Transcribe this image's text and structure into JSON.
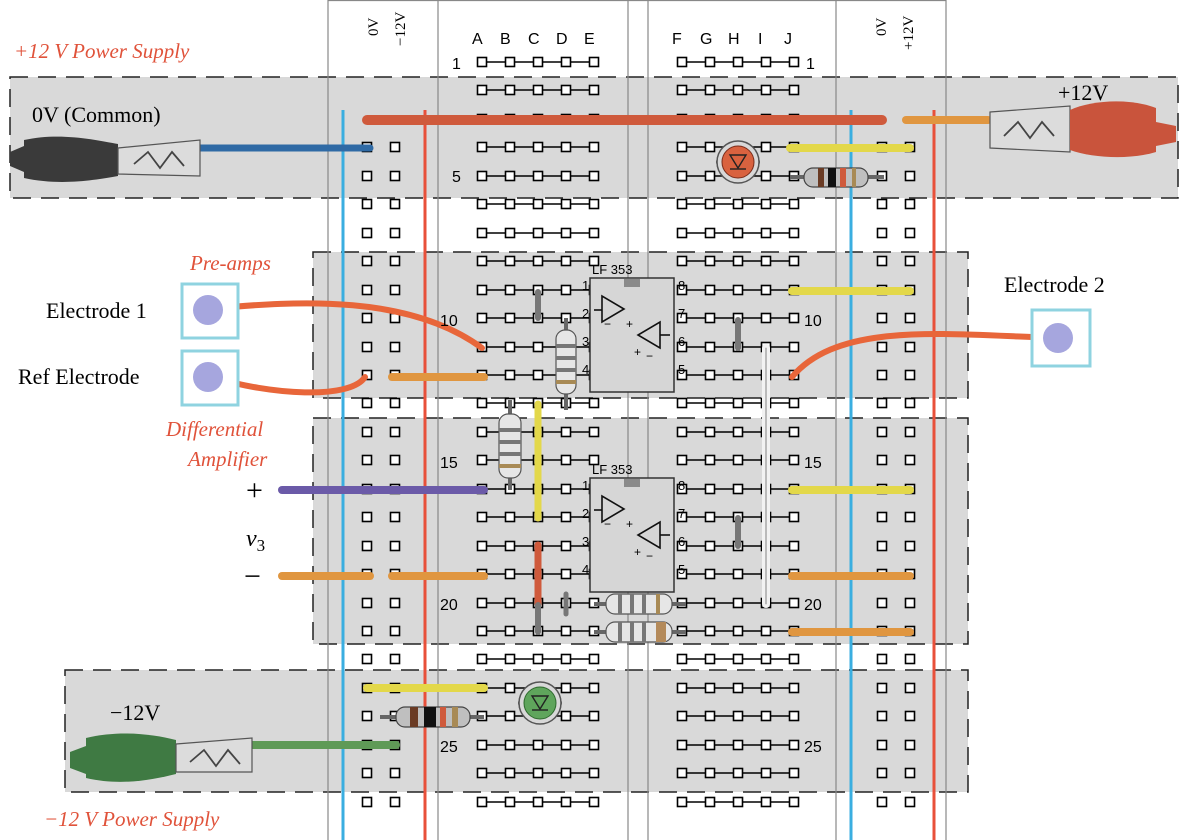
{
  "sections": {
    "pos_supply": "+12 V Power Supply",
    "neg_supply": "−12 V Power Supply",
    "preamps": "Pre-amps",
    "diff_amp": "Differential Amplifier",
    "diff_amp_line1": "Differential",
    "diff_amp_line2": "Amplifier"
  },
  "power_labels": {
    "common": "0V (Common)",
    "pos": "+12V",
    "neg": "−12V"
  },
  "electrodes": {
    "e1": "Electrode 1",
    "e2": "Electrode 2",
    "ref": "Ref Electrode"
  },
  "output": {
    "plus": "+",
    "minus": "−",
    "v_letter": "v",
    "v_sub": "3"
  },
  "rails": {
    "left_0v": "0V",
    "left_neg": "−12V",
    "right_0v": "0V",
    "right_pos": "+12V"
  },
  "columns": {
    "left": [
      "A",
      "B",
      "C",
      "D",
      "E"
    ],
    "right": [
      "F",
      "G",
      "H",
      "I",
      "J"
    ]
  },
  "rows": {
    "r1": "1",
    "r5": "5",
    "r10": "10",
    "r15": "15",
    "r20": "20",
    "r25": "25"
  },
  "chips": [
    {
      "name": "LF 353",
      "pins_left": [
        "1",
        "2",
        "3",
        "4"
      ],
      "pins_right": [
        "8",
        "7",
        "6",
        "5"
      ],
      "signs": [
        "−",
        "+",
        "−",
        "+"
      ]
    },
    {
      "name": "LF 353",
      "pins_left": [
        "1",
        "2",
        "3",
        "4"
      ],
      "pins_right": [
        "8",
        "7",
        "6",
        "5"
      ],
      "signs": [
        "−",
        "+",
        "−",
        "+"
      ]
    }
  ],
  "colors": {
    "band": "#d9d9d9",
    "rail_blue": "#3aaee0",
    "rail_red": "#e8503a",
    "wire_red": "#cf5a3c",
    "wire_blue": "#2f6aa5",
    "wire_yellow": "#e3d84a",
    "wire_orange": "#e09640",
    "wire_purple": "#6b5aa8",
    "wire_green": "#5f9a57",
    "electrode_wire": "#e8663a",
    "label_red": "#e0523a",
    "clip_red": "#c9543c",
    "clip_black": "#3a3a3a",
    "clip_green": "#3f7a43"
  }
}
